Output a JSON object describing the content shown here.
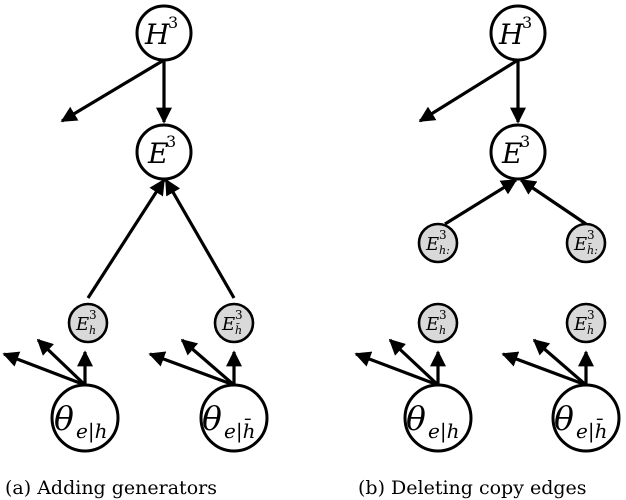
{
  "panels": [
    {
      "caption": "(a) Adding generators",
      "nodes": {
        "h": {
          "label": "H",
          "sup": "3"
        },
        "e": {
          "label": "E",
          "sup": "3"
        },
        "eh": {
          "label": "E",
          "sup": "3",
          "sub": "h"
        },
        "ehbar": {
          "label": "E",
          "sup": "3",
          "sub": "h̄"
        },
        "th1": {
          "label": "θ",
          "sub": "e|h"
        },
        "th2": {
          "label": "θ",
          "sub": "e|h̄"
        }
      }
    },
    {
      "caption": "(b) Deleting copy edges",
      "nodes": {
        "h": {
          "label": "H",
          "sup": "3"
        },
        "e": {
          "label": "E",
          "sup": "3"
        },
        "ehc": {
          "label": "E",
          "sup": "3",
          "sub": "h:"
        },
        "ehbarc": {
          "label": "E",
          "sup": "3",
          "sub": "h̄:"
        },
        "eh": {
          "label": "E",
          "sup": "3",
          "sub": "h"
        },
        "ehbar": {
          "label": "E",
          "sup": "3",
          "sub": "h̄"
        },
        "th1": {
          "label": "θ",
          "sub": "e|h"
        },
        "th2": {
          "label": "θ",
          "sub": "e|h̄"
        }
      }
    }
  ],
  "colors": {
    "shaded": "#d9d9d9",
    "stroke": "#000000"
  }
}
